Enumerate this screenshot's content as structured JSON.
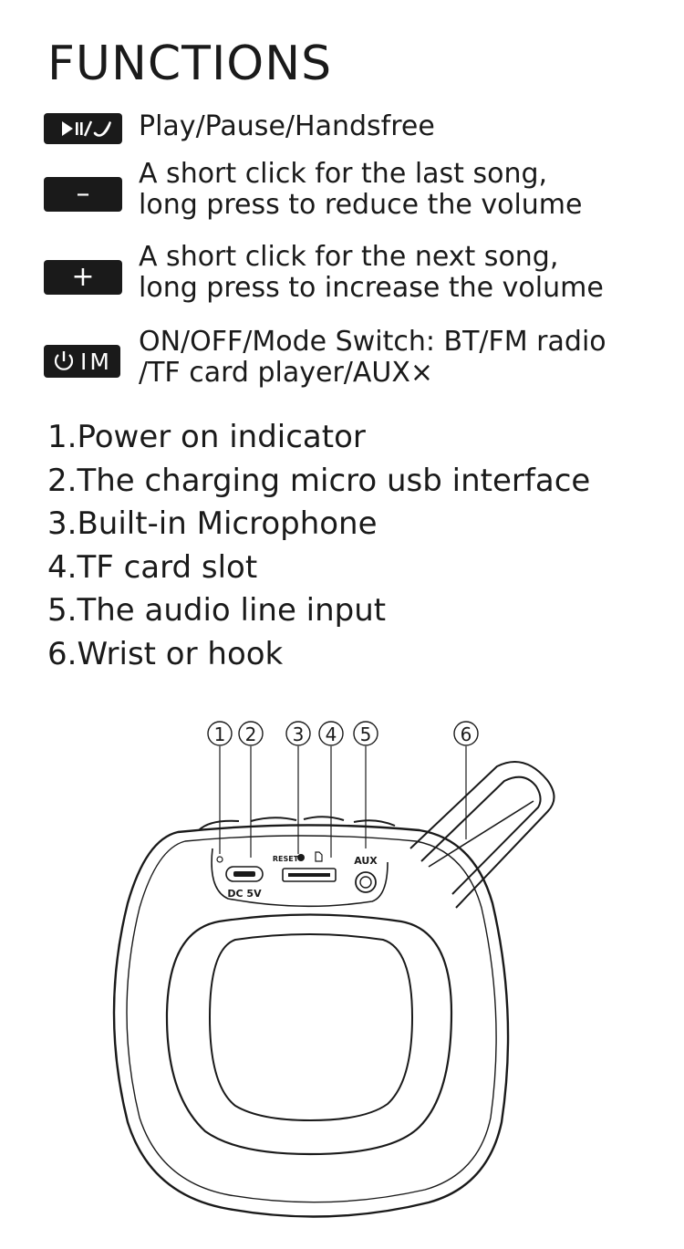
{
  "title": "FUNCTIONS",
  "functions": [
    {
      "icon": "play-pause-handsfree-icon",
      "lines": [
        "Play/Pause/Handsfree"
      ]
    },
    {
      "icon": "minus-icon",
      "symbol": "–",
      "lines": [
        "A short click for the last song,",
        "long press to reduce the volume"
      ]
    },
    {
      "icon": "plus-icon",
      "symbol": "+",
      "lines": [
        "A short click for the next song,",
        "long press to increase the volume"
      ]
    },
    {
      "icon": "power-mode-icon",
      "icon_text": "IM",
      "lines": [
        "ON/OFF/Mode Switch: BT/FM radio",
        "/TF card player/AUX×"
      ]
    }
  ],
  "parts": [
    "1.Power on indicator",
    "2.The charging micro usb interface",
    "3.Built-in Microphone",
    "4.TF card slot",
    "5.The audio line input",
    "6.Wrist or hook"
  ],
  "diagram": {
    "callouts": [
      "1",
      "2",
      "3",
      "4",
      "5",
      "6"
    ],
    "labels": {
      "dc": "DC 5V",
      "reset": "RESET",
      "aux": "AUX"
    }
  }
}
